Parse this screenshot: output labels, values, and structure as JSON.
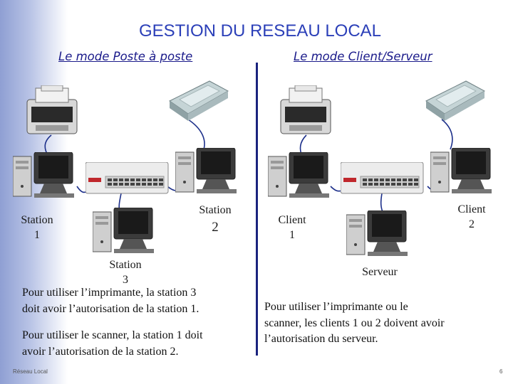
{
  "title": "GESTION DU RESEAU LOCAL",
  "left": {
    "subtitle": "Le mode Poste à poste",
    "station1": [
      "Station",
      "1"
    ],
    "station2": [
      "Station",
      "2"
    ],
    "station3": [
      "Station",
      "3"
    ],
    "desc1": [
      "Pour utiliser l’imprimante, la station 3",
      "doit avoir l’autorisation de la station 1."
    ],
    "desc2": [
      "Pour utiliser le scanner, la station 1 doit",
      "avoir l’autorisation de la station 2."
    ]
  },
  "right": {
    "subtitle": "Le mode Client/Serveur",
    "client1": [
      "Client",
      "1"
    ],
    "client2": [
      "Client",
      "2"
    ],
    "server": "Serveur",
    "desc": [
      "Pour utiliser l’imprimante ou le",
      "scanner, les clients 1 ou 2 doivent avoir",
      "l’autorisation du serveur."
    ]
  },
  "footer": {
    "left": "Réseau Local",
    "right": "6"
  },
  "colors": {
    "title": "#2b3fb8",
    "subtitle": "#1a1a8a",
    "divider": "#1a237e",
    "cable": "#1c2f8a"
  }
}
